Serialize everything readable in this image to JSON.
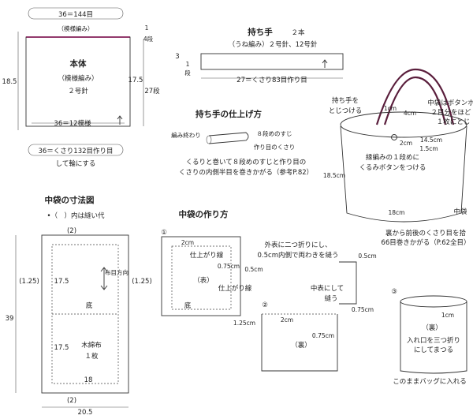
{
  "main_body": {
    "top_width": "36＝144目",
    "top_rows": "（模様編み）",
    "title": "本体",
    "pattern": "（模様編み）",
    "needle": "２号針",
    "bottom_width": "36＝12模様",
    "left_height": "18.5",
    "right_height": "17.5",
    "right_rows": "27段",
    "top_band_1": "1",
    "top_band_4": "4段",
    "cast_on_line1": "36＝くさり132目作り目",
    "cast_on_line2": "して輪にする"
  },
  "handle": {
    "title": "持ち手",
    "count": "２本",
    "pattern_needle": "（うね編み）２号針、12号針",
    "height_cm": "3",
    "height_1": "1",
    "height_rows": "段",
    "length": "27＝くさり83目作り目"
  },
  "finish": {
    "title": "持ち手の仕上げ方",
    "label_roll": "編み終わり",
    "label_eighth": "８段めのすじ",
    "label_start": "作り目のくさり",
    "desc_line1": "くるりと巻いて８段めのすじと作り目の",
    "desc_line2": "くさりの内側半目を巻きかがる（参考P.82）"
  },
  "bag_assembled": {
    "handle_attach_line1": "持ち手を",
    "handle_attach_line2": "とじつける",
    "pos_1": "1cm",
    "pos_4": "4cm",
    "button_note_line1": "中袋はボタンホ",
    "button_note_line2": "２目分をほど",
    "button_note_line3": "１枚にとじ",
    "dim_2cm": "2cm",
    "dim_145": "14.5cm",
    "dim_15": "1.5cm",
    "button_line1": "縁編みの１段めに",
    "button_line2": "くるみボタンをつける",
    "height": "18.5cm",
    "width": "18cm",
    "inner_label": "中袋",
    "sew_note_line1": "裏から前後のくさり目を拾",
    "sew_note_line2": "66目巻きかがる（P.62全目）"
  },
  "lining_dims": {
    "title": "中袋の寸法図",
    "note": "•（　）内は縫い代",
    "top_margin": "(2)",
    "bottom_margin": "(2)",
    "side_left": "(1.25)",
    "side_right": "(1.25)",
    "left_175": "17.5",
    "left_175b": "17.5",
    "grain": "布目方向",
    "bottom_label": "底",
    "fabric_line1": "木綿布",
    "fabric_line2": "１枚",
    "inner_width": "18",
    "outer_height": "39",
    "outer_width": "20.5"
  },
  "lining_steps": {
    "title": "中袋の作り方",
    "step1": "①",
    "step2": "②",
    "step3": "③",
    "s1_2cm": "2cm",
    "s1_finish": "仕上がり線",
    "s1_front": "（表）",
    "s1_075": "0.75cm",
    "s1_05": "0.5cm",
    "s1_finish_v": "仕上がり線",
    "s1_bottom": "底",
    "s1_125": "1.25cm",
    "s1_note_line1": "外表に二つ折りにし、",
    "s1_note_line2": "0.5cm内側で両わきを縫う",
    "s2_05": "0.5cm",
    "s2_inside_line1": "中表にして",
    "s2_inside_line2": "縫う",
    "s2_075": "0.75cm",
    "s2_2cm": "2cm",
    "s2_back": "（裏）",
    "s2_075b": "0.75cm",
    "s3_1cm": "1cm",
    "s3_back": "（裏）",
    "s3_fold_line1": "入れ口を三つ折り",
    "s3_fold_line2": "にしてまつる",
    "s3_bottom": "このままバッグに入れる"
  }
}
